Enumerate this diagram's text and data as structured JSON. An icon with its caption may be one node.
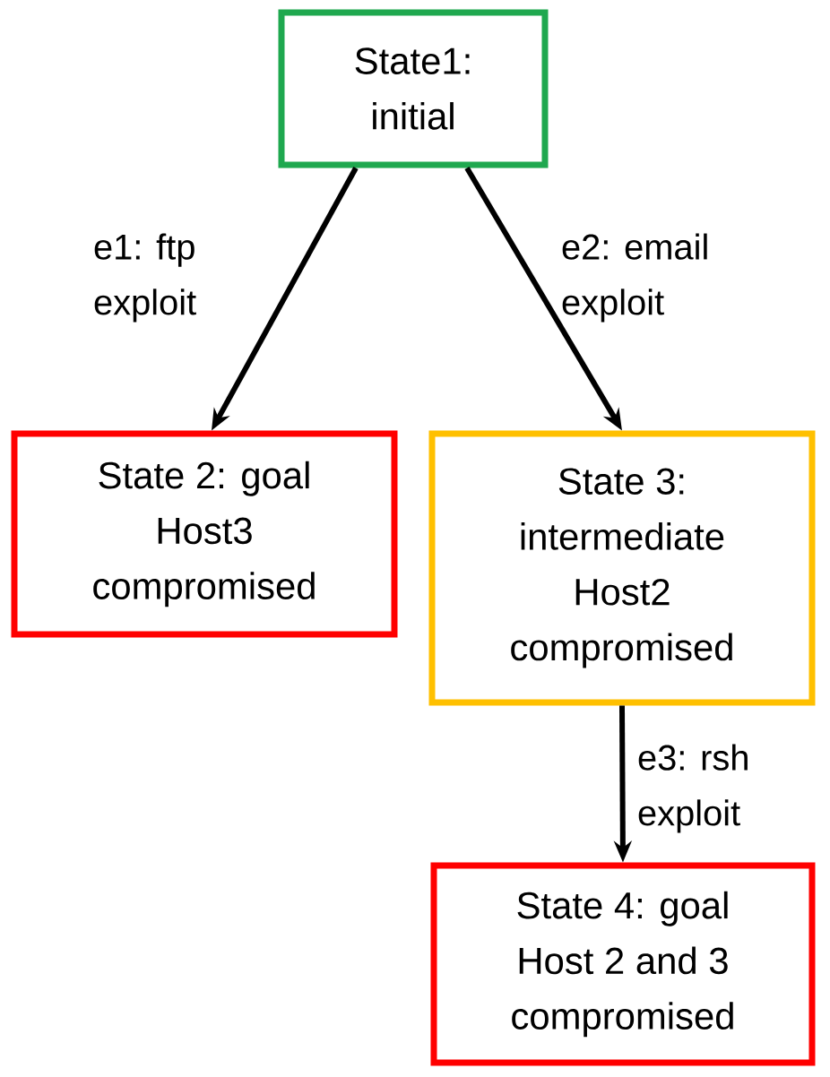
{
  "diagram": {
    "nodes": [
      {
        "text": [
          "State1: initial"
        ]
      },
      {
        "text": [
          "State 2: goal Host3 compromised"
        ]
      },
      {
        "text": [
          "State 3: intermediate Host2 compromised"
        ]
      },
      {
        "text": [
          "State 4: goal Host 2 and 3 compromised"
        ]
      }
    ],
    "edges": [
      {
        "from": 0,
        "to": 1,
        "arrow": "to",
        "label": "e1: ftp exploit"
      },
      {
        "from": 0,
        "to": 2,
        "arrow": "to",
        "label": "e2: email exploit"
      },
      {
        "from": 2,
        "to": 3,
        "arrow": "to",
        "label": "e3: rsh exploit"
      }
    ]
  }
}
